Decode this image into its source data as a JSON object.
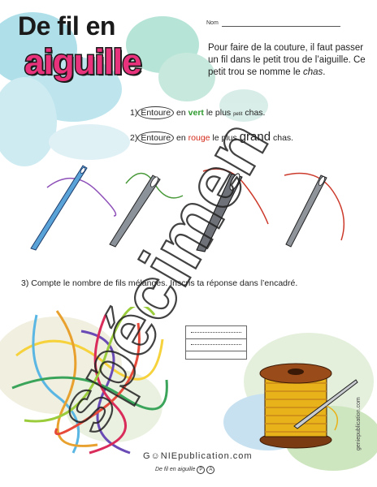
{
  "title": {
    "line1": "De fil en",
    "line2": "aiguille"
  },
  "name_label": "Nom",
  "intro": {
    "text": "Pour faire de la couture, il faut passer un fil dans le petit trou de l’aiguille.  Ce petit trou se nomme le ",
    "word": "chas",
    "end": "."
  },
  "q1": {
    "num": "1)",
    "circle": "Entoure",
    "pre": " en ",
    "color_word": "vert",
    "mid": " le plus ",
    "size_word": "petit",
    "end": " chas."
  },
  "q2": {
    "num": "2)",
    "circle": "Entoure",
    "pre": " en ",
    "color_word": "rouge",
    "mid": " le plus ",
    "size_word": "grand",
    "end": " chas."
  },
  "q3": "3) Compte le nombre de fils mélangés.  Inscris ta réponse dans l’encadré.",
  "side_text": "geniepublication.com",
  "logo": {
    "main": "G☺NIEpublication.com",
    "sub": "De fil en aiguille",
    "badge1": "P",
    "badge2": "A"
  },
  "watermark": "spécimen",
  "colors": {
    "pink": "#e8327c",
    "green": "#2e9a2e",
    "red": "#d42a1a"
  }
}
